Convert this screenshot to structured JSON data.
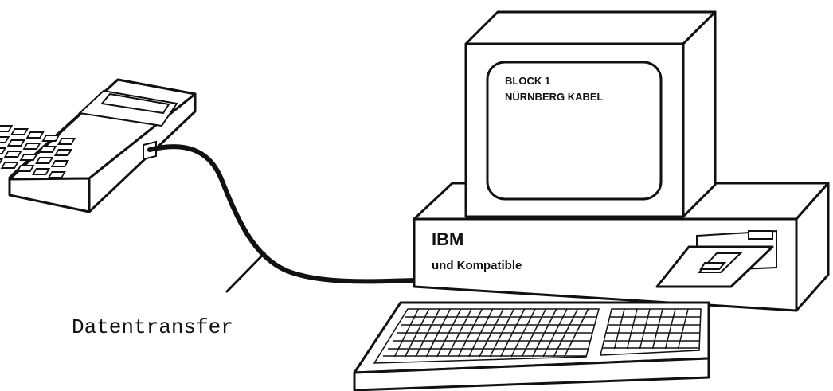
{
  "screen": {
    "line1": "BLOCK 1",
    "line2": "NÜRNBERG KABEL"
  },
  "computer": {
    "brand": "IBM",
    "subtitle": "und Kompatible"
  },
  "cable": {
    "label": "Datentransfer"
  }
}
